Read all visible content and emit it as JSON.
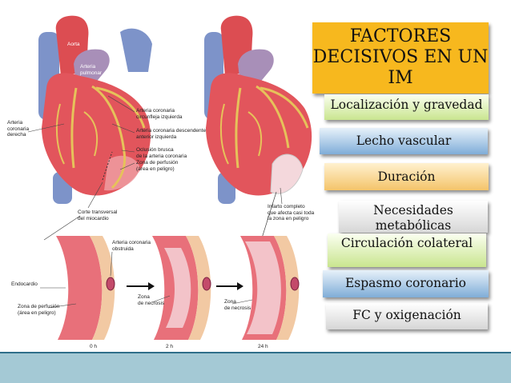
{
  "title": "FACTORES DECISIVOS EN UN IM",
  "factors": [
    "Localización y gravedad",
    "Lecho vascular",
    "Duración",
    "Necesidades metabólicas",
    "Circulación colateral",
    "Espasmo coronario",
    "FC y oxigenación"
  ],
  "heart_labels": {
    "aorta": "Aorta",
    "pulmonary_artery": "Arteria\npulmonar",
    "right_coronary": "Arteria\ncoronaria\nderecha",
    "circumflex": "Arteria coronaria\ncircunfleja izquierda",
    "lad": "Arteria coronaria descendente\nanterior izquierda",
    "occlusion": "Oclusión brusca\nde la arteria coronaria",
    "perfusion_zone": "Zona de perfusión\n(área en peligro)",
    "cross_section": "Corte transversal\ndel miocardio",
    "infarct": "Infarto completo\nque afecta casi toda\nla zona en peligro"
  },
  "section_labels": {
    "obstructed_artery": "Arteria coronaria\nobstruida",
    "endocardium": "Endocardio",
    "perfusion_zone": "Zona de perfusión\n(área en peligro)",
    "necrosis_zone_1": "Zona\nde necrosis",
    "necrosis_zone_2": "Zona\nde necrosis",
    "time_0": "0 h",
    "time_2": "2 h",
    "time_24": "24 h"
  },
  "colors": {
    "title_bg": "#f7b81e",
    "green_box": "#c9e58f",
    "blue_box": "#7fadd8",
    "orange_box": "#f4c46a",
    "gray_box": "#d6d6d6",
    "footer": "#a4c9d5",
    "myocardium": "#e8707a",
    "necrosis": "#f3c3c9"
  }
}
